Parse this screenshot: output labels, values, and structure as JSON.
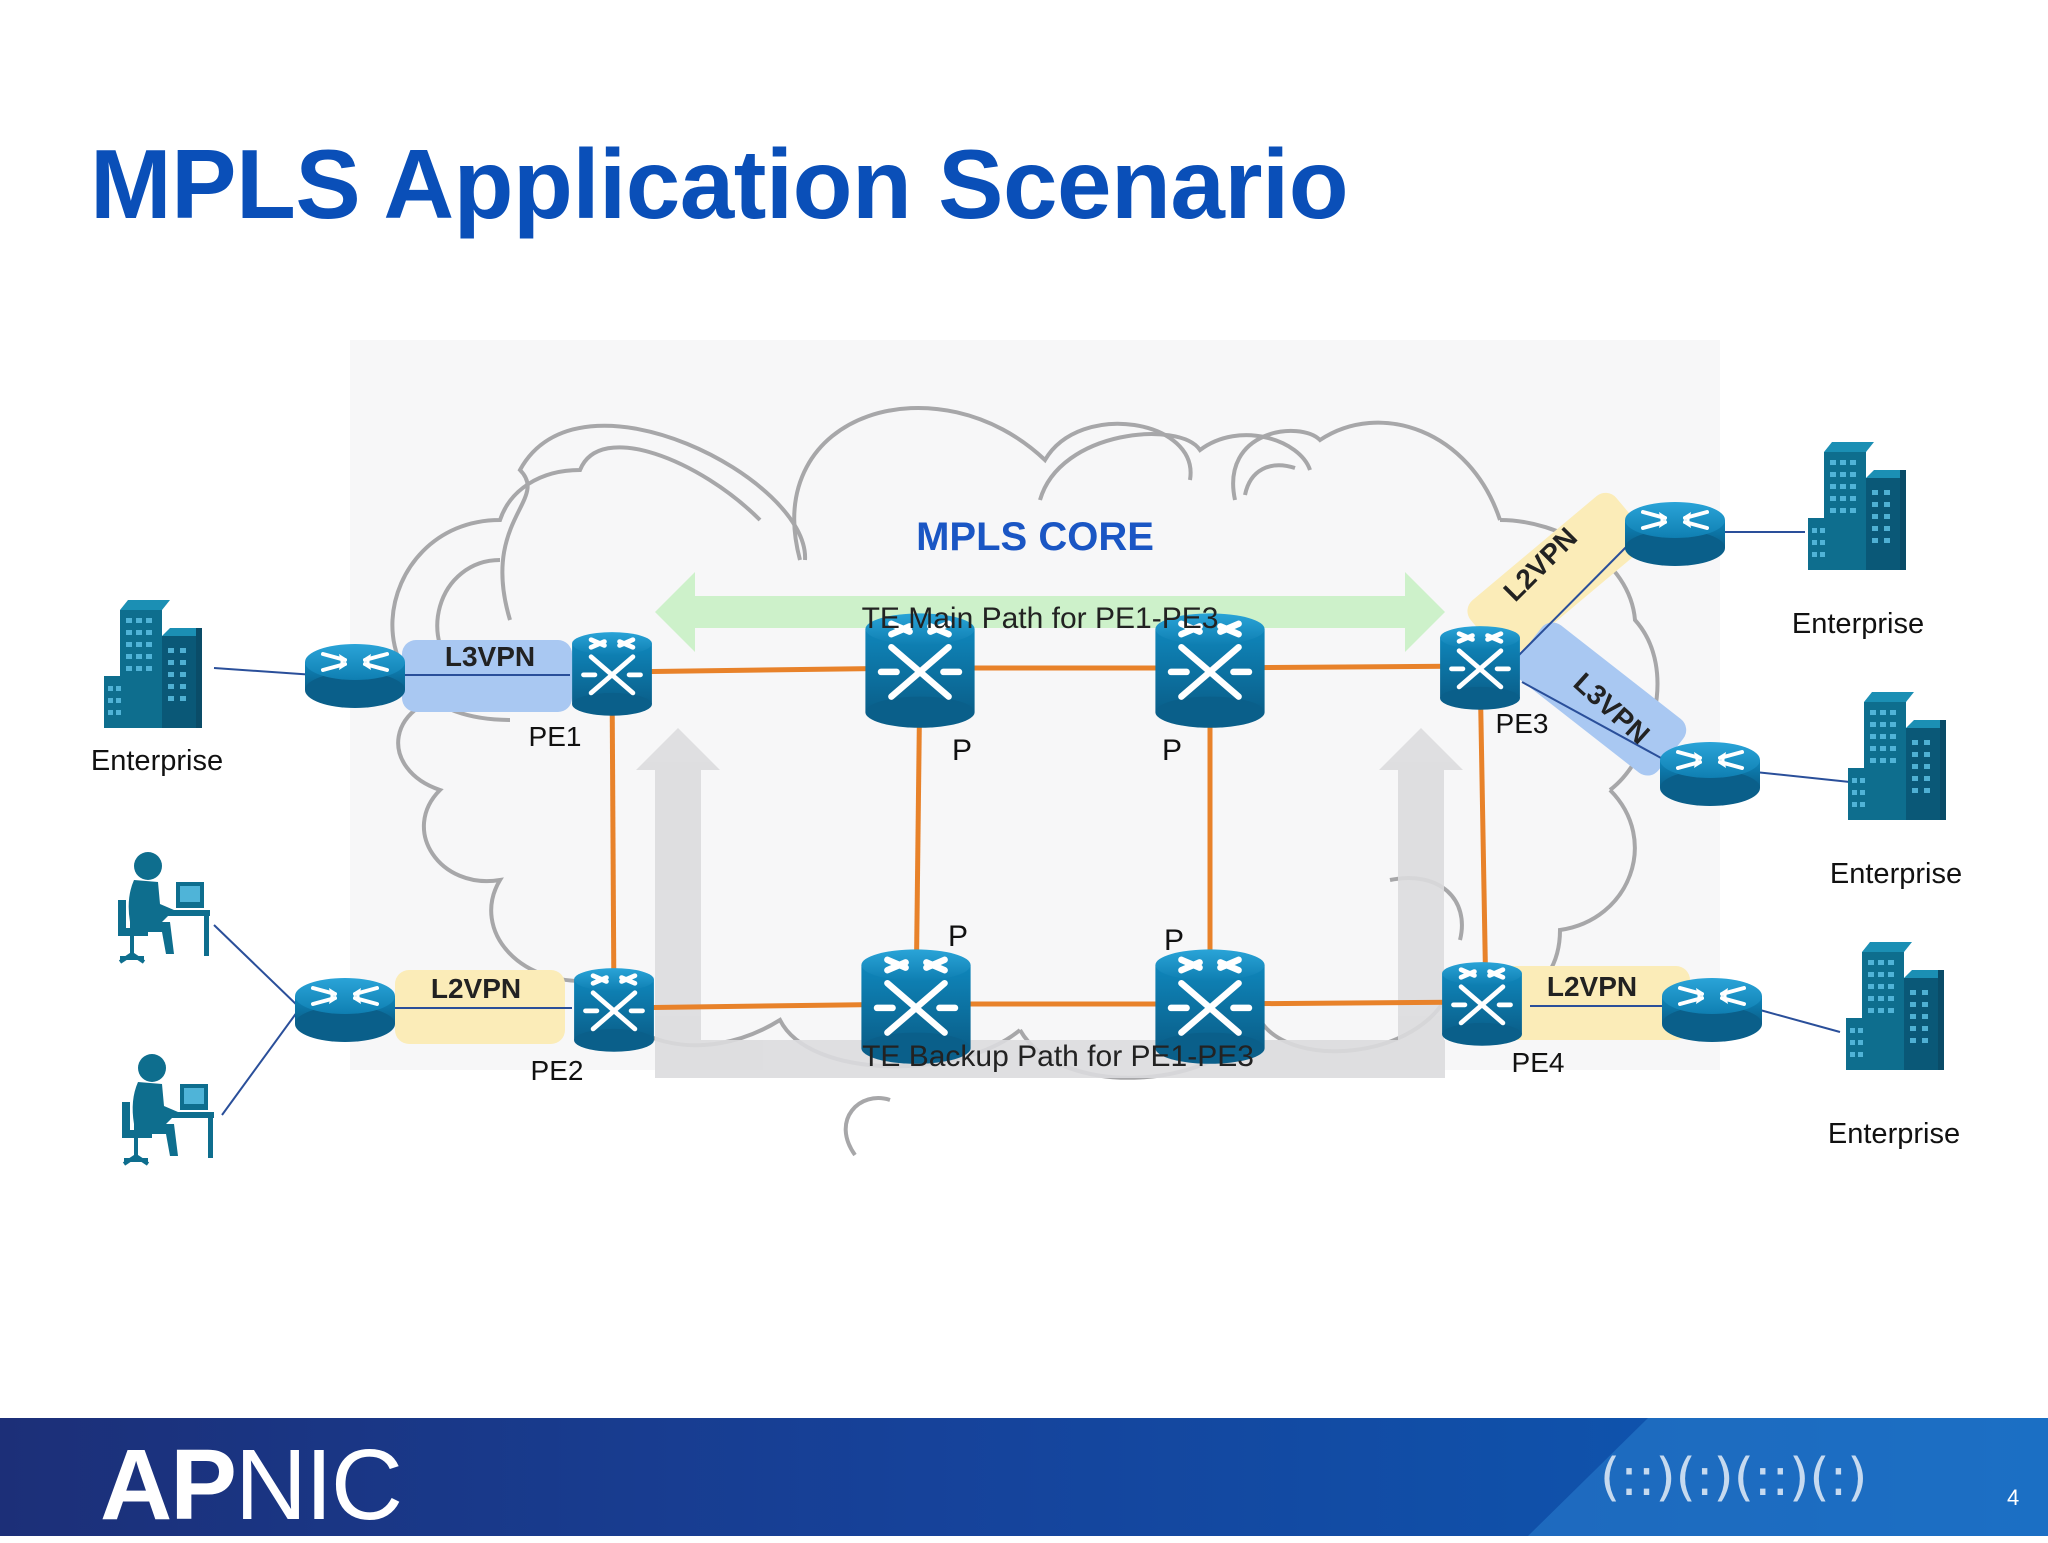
{
  "slide": {
    "title": "MPLS Application Scenario",
    "number": "4"
  },
  "diagram": {
    "core_label": "MPLS CORE",
    "main_path_label": "TE Main Path for PE1-PE3",
    "backup_path_label": "TE Backup Path for PE1-PE3",
    "pe_routers": [
      "PE1",
      "PE2",
      "PE3",
      "PE4"
    ],
    "p_routers": [
      "P",
      "P",
      "P",
      "P"
    ],
    "service_labels": {
      "pe1": "L3VPN",
      "pe2": "L2VPN",
      "pe3_upper": "L2VPN",
      "pe3_lower": "L3VPN",
      "pe4": "L2VPN"
    },
    "enterprise_label": "Enterprise",
    "icons": [
      "cloud-icon",
      "router-icon",
      "switch-router-icon",
      "building-icon",
      "user-workstation-icon",
      "arrow-icon"
    ]
  },
  "colors": {
    "title": "#0a4fb8",
    "core_label": "#1a56c4",
    "link": "#e8822a",
    "router": "#1185b8",
    "building": "#0e6e8e",
    "main_path": "#c8f0c4",
    "backup_path": "#dcdcde",
    "l3vpn_band": "#a9c8f2",
    "l2vpn_band": "#fbecb8",
    "footer": "#16429a"
  },
  "footer": {
    "logo_bold": "AP",
    "logo_rest": "NIC",
    "decoration": "(::)(:)(::)(:)"
  }
}
